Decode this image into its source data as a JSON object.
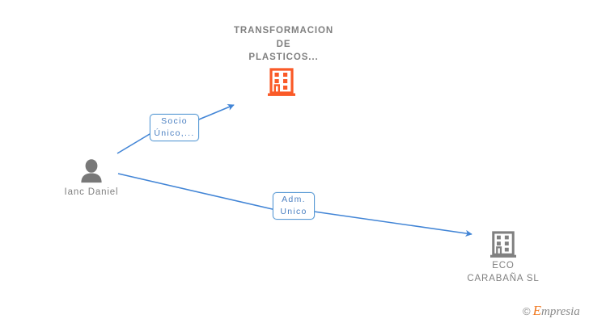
{
  "diagram": {
    "title_note": "Mercantile relationship graph",
    "colors": {
      "company_orange": "#FA5A28",
      "company_gray": "#808080",
      "person_gray": "#787878",
      "edge_blue": "#4285D6",
      "label_border": "#5B9BD5",
      "label_text": "#4A7FC1",
      "node_text": "#808080",
      "watermark_orange": "#F07820"
    },
    "nodes": [
      {
        "id": "transformacion",
        "label": "TRANSFORMACION\nDE\nPLASTICOS...",
        "icon": "company-building-icon",
        "icon_color": "#FA5A28",
        "type": "company"
      },
      {
        "id": "ianc-daniel",
        "label": "Ianc Daniel",
        "icon": "person-icon",
        "icon_color": "#787878",
        "type": "person"
      },
      {
        "id": "eco-carabana",
        "label": "ECO\nCARABAÑA SL",
        "icon": "company-building-icon",
        "icon_color": "#808080",
        "type": "company"
      }
    ],
    "edges": [
      {
        "id": "edge-socio-unico",
        "from": "ianc-daniel",
        "to": "transformacion",
        "label": "Socio\nÚnico,..."
      },
      {
        "id": "edge-adm-unico",
        "from": "ianc-daniel",
        "to": "eco-carabana",
        "label": "Adm.\nUnico"
      }
    ]
  },
  "watermark": {
    "copyright": "©",
    "brand_first": "E",
    "brand_rest": "mpresia"
  }
}
